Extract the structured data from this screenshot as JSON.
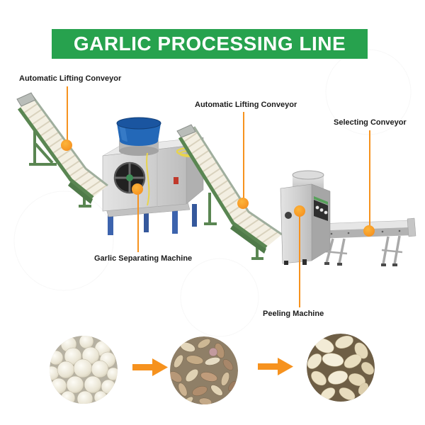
{
  "banner": {
    "title": "GARLIC PROCESSING LINE",
    "background_color": "#27A24E",
    "text_color": "#FFFFFF"
  },
  "labels": {
    "lifting_conveyor_1": "Automatic Lifting Conveyor",
    "lifting_conveyor_2": "Automatic Lifting Conveyor",
    "selecting_conveyor": "Selecting Conveyor",
    "separating_machine": "Garlic Separating Machine",
    "peeling_machine": "Peeling Machine"
  },
  "colors": {
    "accent_orange": "#F6921E",
    "banner_green": "#27A24E",
    "conveyor_frame_green": "#5A8652",
    "machine_steel_gray": "#D2D2D2",
    "barrel_blue": "#2368B8",
    "machine_leg_blue": "#3C63AD"
  },
  "process_steps": [
    {
      "name": "whole-garlic-bulbs-icon"
    },
    {
      "name": "separated-garlic-cloves-icon"
    },
    {
      "name": "peeled-garlic-cloves-icon"
    }
  ]
}
